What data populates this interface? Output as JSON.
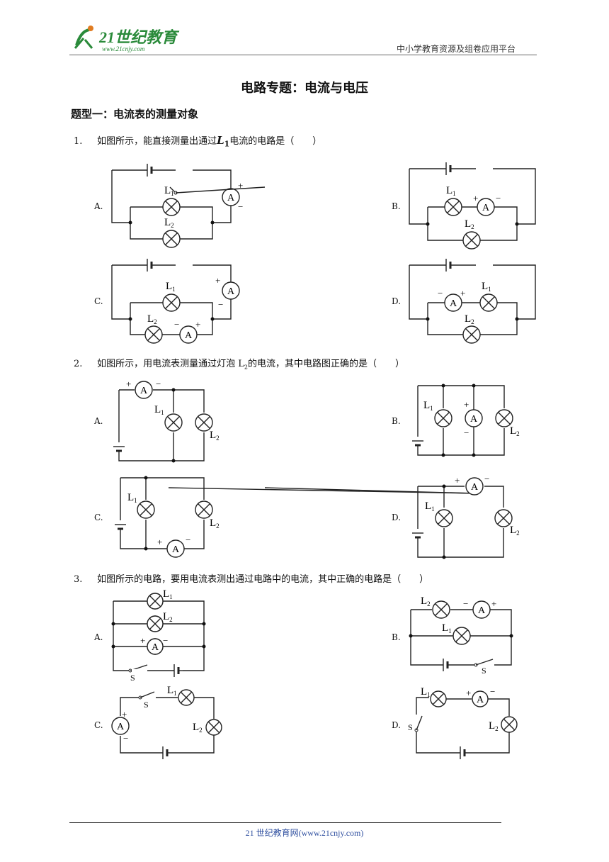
{
  "header": {
    "logo_text": "21世纪教育",
    "logo_url": "www.21cnjy.com",
    "platform": "中小学教育资源及组卷应用平台"
  },
  "title": "电路专题：电流与电压",
  "section": "题型一：电流表的测量对象",
  "questions": [
    {
      "num": "1.",
      "text_before": "如图所示，能直接测量出通过",
      "symbol": "L",
      "sub": "1",
      "text_after": "电流的电路是（　　）"
    },
    {
      "num": "2.",
      "text_before": "如图所示，用电流表测量通过灯泡 L",
      "sub": "2",
      "text_after": "的电流，其中电路图正确的是（　　）"
    },
    {
      "num": "3.",
      "text": "如图所示的电路，要用电流表测出通过电路中的电流，其中正确的电路是（　　）"
    }
  ],
  "options": {
    "A": "A.",
    "B": "B.",
    "C": "C.",
    "D": "D."
  },
  "labels": {
    "L": "L",
    "one": "1",
    "two": "2",
    "A": "A",
    "S": "S",
    "plus": "+",
    "minus": "−"
  },
  "footer": "21 世纪教育网(www.21cnjy.com)"
}
